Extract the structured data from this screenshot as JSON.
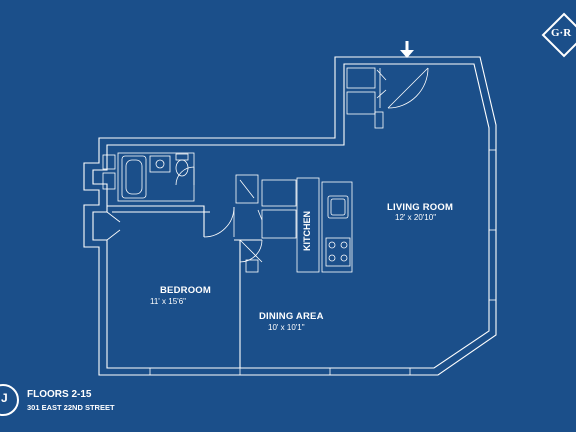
{
  "logo": {
    "text": "G·R"
  },
  "unit": {
    "letter": "J"
  },
  "footer": {
    "floors": "FLOORS 2-15",
    "address": "301 EAST 22ND STREET"
  },
  "rooms": {
    "living_room": {
      "name": "LIVING ROOM",
      "dims": "12' x 20'10\""
    },
    "bedroom": {
      "name": "BEDROOM",
      "dims": "11' x 15'6\""
    },
    "dining_area": {
      "name": "DINING AREA",
      "dims": "10' x 10'1\""
    },
    "kitchen": {
      "name": "KITCHEN"
    }
  },
  "entry": {
    "icon": "arrow-down-icon"
  },
  "colors": {
    "background": "#1b4f8a",
    "lines": "#ffffff"
  }
}
